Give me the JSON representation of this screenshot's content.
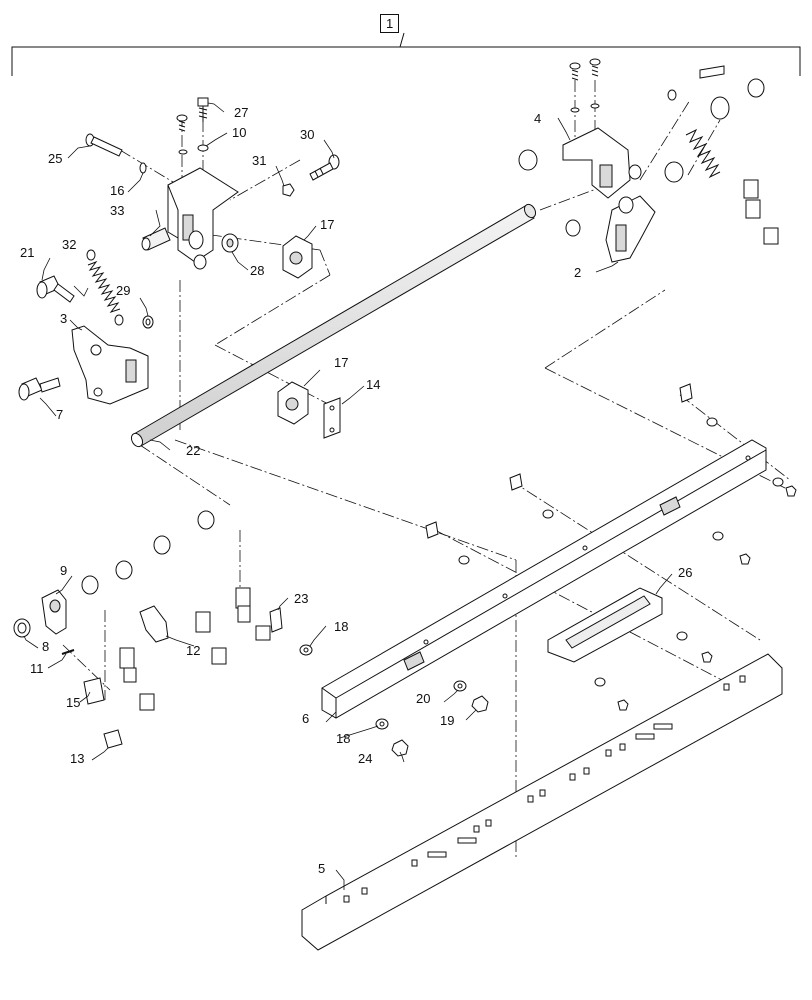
{
  "diagram": {
    "kind": "exploded parts diagram",
    "assembly_callout": "1",
    "callouts": {
      "c2": "2",
      "c3": "3",
      "c4": "4",
      "c5": "5",
      "c6": "6",
      "c7": "7",
      "c8": "8",
      "c9": "9",
      "c10": "10",
      "c11": "11",
      "c12": "12",
      "c13": "13",
      "c14": "14",
      "c15": "15",
      "c16": "16",
      "c17a": "17",
      "c17b": "17",
      "c18a": "18",
      "c18b": "18",
      "c19": "19",
      "c20": "20",
      "c21": "21",
      "c22": "22",
      "c23": "23",
      "c24": "24",
      "c25": "25",
      "c26": "26",
      "c27": "27",
      "c28": "28",
      "c29": "29",
      "c30": "30",
      "c31": "31",
      "c32": "32",
      "c33": "33"
    },
    "colors": {
      "line": "#111111",
      "part_fill": "#ffffff",
      "shade": "#d9d9d9",
      "background": "#ffffff"
    }
  }
}
